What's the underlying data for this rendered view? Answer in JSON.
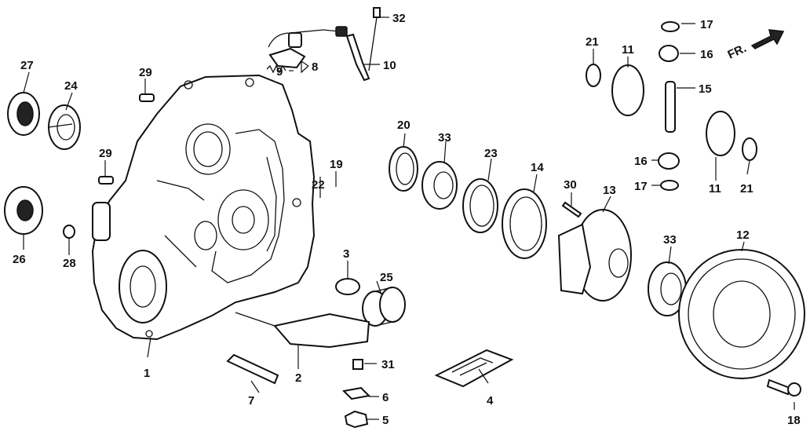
{
  "direction_label": "FR.",
  "callouts": {
    "c1": "1",
    "c2": "2",
    "c3": "3",
    "c4": "4",
    "c5": "5",
    "c6": "6",
    "c7": "7",
    "c8": "8",
    "c9": "9",
    "c10": "10",
    "c11a": "11",
    "c11b": "11",
    "c12": "12",
    "c13": "13",
    "c14": "14",
    "c15": "15",
    "c16a": "16",
    "c16b": "16",
    "c17a": "17",
    "c17b": "17",
    "c18": "18",
    "c19": "19",
    "c20": "20",
    "c21a": "21",
    "c21b": "21",
    "c22": "22",
    "c23": "23",
    "c24": "24",
    "c25": "25",
    "c26": "26",
    "c27": "27",
    "c28": "28",
    "c29a": "29",
    "c29b": "29",
    "c30": "30",
    "c31": "31",
    "c32": "32",
    "c33a": "33",
    "c33b": "33"
  }
}
